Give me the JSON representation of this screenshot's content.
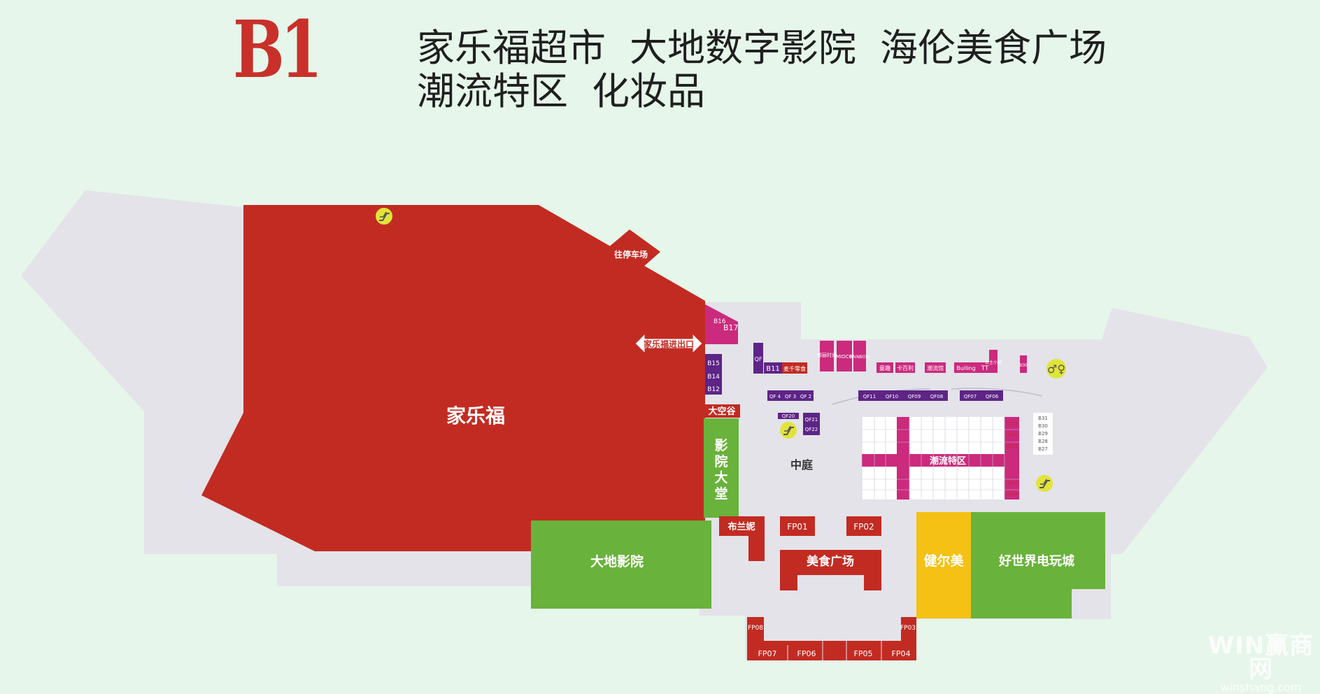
{
  "header": {
    "floor": "B1",
    "line1": [
      "家乐福超市",
      "大地数字影院",
      "海伦美食广场"
    ],
    "line2": [
      "潮流特区",
      "化妆品"
    ]
  },
  "colors": {
    "background": "#e6f6ea",
    "floor": "#e3e3e9",
    "red": "#c22b22",
    "green": "#69b23b",
    "yellow": "#f4c114",
    "magenta": "#cb2a7d",
    "purple": "#5e2486",
    "escalator": "#e2e43a"
  },
  "anchors": {
    "carrefour": "家乐福",
    "to_parking": "往停车场",
    "carrefour_entrance": "家乐福进出口",
    "sky_valley": "大空谷",
    "cinema_lobby": [
      "影",
      "院",
      "大",
      "堂"
    ],
    "courtyard": "中庭",
    "trend_zone": "潮流特区",
    "cinema": "大地影院",
    "food_court": "美食广场",
    "jianermei": "健尔美",
    "game_city": "好世界电玩城",
    "brannie": "布兰妮"
  },
  "shops": {
    "b16": "B16",
    "b17": "B17",
    "b15": "B15",
    "b14": "B14",
    "b12": "B12",
    "qf": "QF",
    "b11": "B11",
    "snack": "麦千零食",
    "m1": "都丽时尚",
    "mioco": "MIOCO",
    "rainbow": "RAINBOW",
    "s1": "童趣",
    "s2": "卡百利",
    "s3": "潮流馆",
    "bulling": "Bulling",
    "tt": "TT",
    "princess": "公主小屋",
    "b30": "B30",
    "qf_row": [
      "QF 4",
      "QF 3",
      "QF 2"
    ],
    "qf_mid": [
      "QF11",
      "QF10",
      "QF09",
      "QF08"
    ],
    "qf_right": [
      "QF07",
      "QF06"
    ],
    "qf20": "QF20",
    "qf21": "QF21",
    "qf22": "QF22",
    "right_col": [
      "B31",
      "B30",
      "B29",
      "B28",
      "B27"
    ],
    "trend_side": [
      "QF25",
      "QF24",
      "QF23",
      "QF27",
      "QF28"
    ],
    "fp": [
      "FP01",
      "FP02",
      "FP03",
      "FP04",
      "FP05",
      "FP06",
      "FP07",
      "FP08"
    ]
  },
  "watermark": {
    "brand": "WIN赢商网",
    "url": "winshang.com"
  }
}
